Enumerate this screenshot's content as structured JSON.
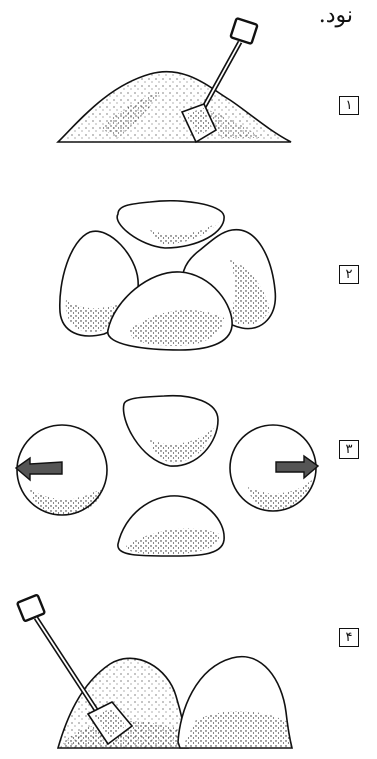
{
  "header": {
    "text": "نود."
  },
  "steps": [
    {
      "number": "۱"
    },
    {
      "number": "۲"
    },
    {
      "number": "۳"
    },
    {
      "number": "۴"
    }
  ],
  "colors": {
    "ink": "#111111",
    "stipple": "#222222",
    "paper": "#ffffff"
  },
  "icons": [
    "shovel-icon",
    "arrow-left-icon",
    "arrow-right-icon"
  ]
}
